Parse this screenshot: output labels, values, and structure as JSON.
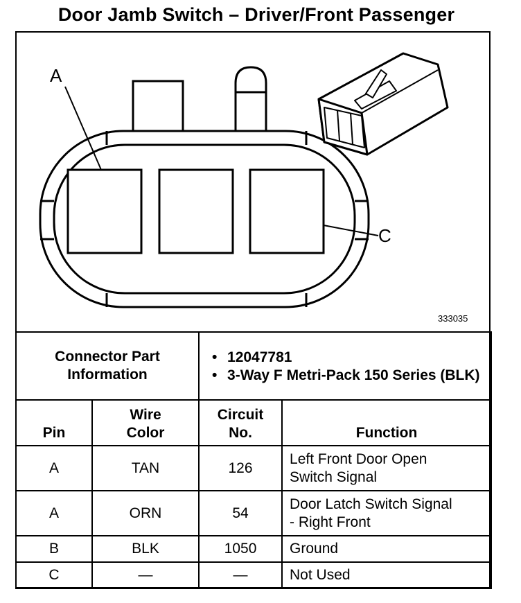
{
  "title": "Door Jamb Switch – Driver/Front Passenger",
  "figure": {
    "number": "333035",
    "callout_a": "A",
    "callout_c": "C"
  },
  "connector": {
    "label": "Connector Part Information",
    "bullets": [
      "12047781",
      "3-Way F Metri-Pack 150 Series (BLK)"
    ]
  },
  "table": {
    "headers": {
      "pin": "Pin",
      "wire_color": "Wire Color",
      "circuit": "Circuit No.",
      "function": "Function"
    },
    "rows": [
      {
        "pin": "A",
        "wire_color": "TAN",
        "circuit": "126",
        "function": "Left Front Door Open Switch Signal"
      },
      {
        "pin": "A",
        "wire_color": "ORN",
        "circuit": "54",
        "function": "Door Latch Switch Signal - Right Front"
      },
      {
        "pin": "B",
        "wire_color": "BLK",
        "circuit": "1050",
        "function": "Ground"
      },
      {
        "pin": "C",
        "wire_color": "—",
        "circuit": "—",
        "function": "Not Used"
      }
    ]
  }
}
